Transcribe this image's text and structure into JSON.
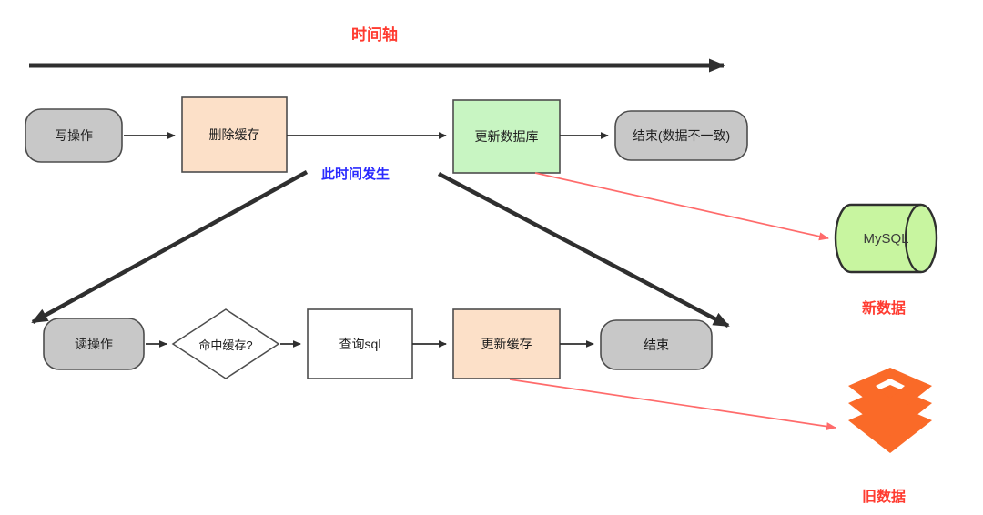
{
  "diagram": {
    "timeline": {
      "title": "时间轴",
      "title_color": "#ff3b30",
      "axis_color": "#2f2f2f"
    },
    "annotation": {
      "label": "此时间发生",
      "color": "#2b2bff"
    },
    "write_flow": {
      "nodes": [
        {
          "id": "write-op",
          "label": "写操作",
          "shape": "rounded",
          "fill": "#c8c8c8"
        },
        {
          "id": "delete-cache",
          "label": "删除缓存",
          "shape": "rect",
          "fill": "#fce0c8"
        },
        {
          "id": "update-db",
          "label": "更新数据库",
          "shape": "rect",
          "fill": "#c8f5c2"
        },
        {
          "id": "end-inconsistent",
          "label": "结束(数据不一致)",
          "shape": "rounded",
          "fill": "#c8c8c8"
        }
      ]
    },
    "read_flow": {
      "nodes": [
        {
          "id": "read-op",
          "label": "读操作",
          "shape": "rounded",
          "fill": "#c8c8c8"
        },
        {
          "id": "cache-hit",
          "label": "命中缓存?",
          "shape": "diamond",
          "fill": "#ffffff"
        },
        {
          "id": "query-sql",
          "label": "查询sql",
          "shape": "rect",
          "fill": "#ffffff"
        },
        {
          "id": "update-cache",
          "label": "更新缓存",
          "shape": "rect",
          "fill": "#fce0c8"
        },
        {
          "id": "end",
          "label": "结束",
          "shape": "rounded",
          "fill": "#c8c8c8"
        }
      ]
    },
    "stores": [
      {
        "id": "mysql",
        "label": "MySQL",
        "caption": "新数据",
        "icon": "database-cylinder-icon",
        "fill": "#c8f5a0",
        "caption_color": "#ff3b30"
      },
      {
        "id": "redis",
        "label": "",
        "caption": "旧数据",
        "icon": "redis-logo-icon",
        "fill": "#fa6a28",
        "caption_color": "#ff3b30"
      }
    ],
    "connectors": {
      "red_color": "#ff6b6b",
      "black_color": "#2f2f2f"
    }
  }
}
